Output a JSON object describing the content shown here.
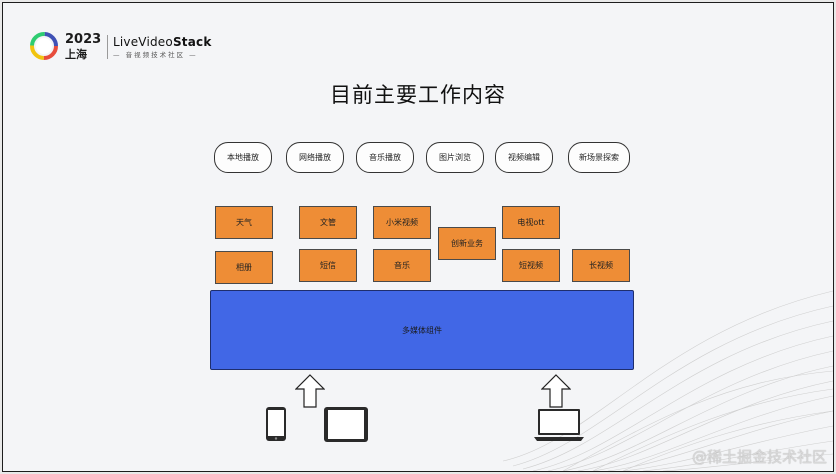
{
  "header": {
    "event_year": "2023",
    "event_city": "上海",
    "brand_light": "LiveVideo",
    "brand_bold": "Stack",
    "brand_sub": "— 音视频技术社区 —"
  },
  "title": "目前主要工作内容",
  "pills": [
    "本地播放",
    "网络播放",
    "音乐播放",
    "图片浏览",
    "视频编辑",
    "新场景探索"
  ],
  "apps": {
    "weather": "天气",
    "album": "相册",
    "files": "文管",
    "sms": "短信",
    "mi_video": "小米视频",
    "music": "音乐",
    "innovation": "创新业务",
    "tv": "电视ott",
    "short_video": "短视频",
    "long_video": "长视频"
  },
  "component_bar": "多媒体组件",
  "watermark": "@稀土掘金技术社区",
  "colors": {
    "app_box": "#ee8d36",
    "component_bar": "#4167e6"
  },
  "icons": [
    "phone-icon",
    "tablet-icon",
    "laptop-icon",
    "up-arrow-icon"
  ]
}
